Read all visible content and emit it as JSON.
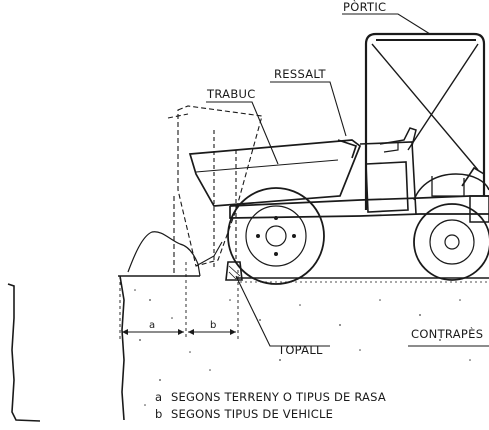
{
  "labels": {
    "portic": "PÒRTIC",
    "ressalt": "RESSALT",
    "trabuc": "TRABUC",
    "topall": "TOPALL",
    "contrapes": "CONTRAPÈS",
    "dim_a": "a",
    "dim_b": "b"
  },
  "notes": {
    "a_marker": "a",
    "a_text": "SEGONS TERRENY O TIPUS DE RASA",
    "b_marker": "b",
    "b_text": "SEGONS TIPUS DE VEHICLE"
  }
}
